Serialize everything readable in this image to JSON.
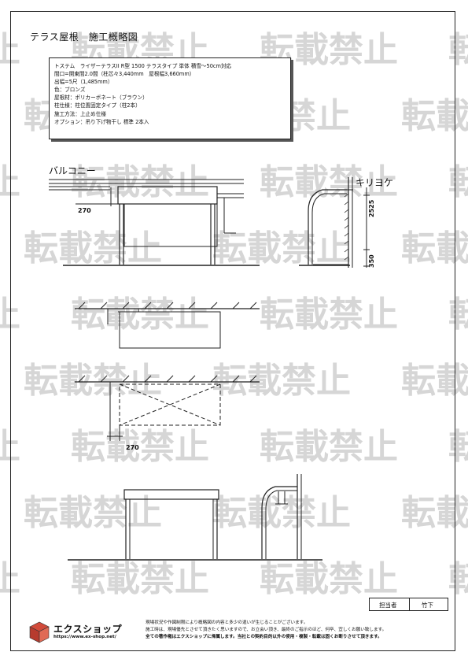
{
  "title": "テラス屋根　施工概略図",
  "spec_lines": [
    "トステム　ライザーテラスII R型 1500 テラスタイプ 単体 積雪～50cm対応",
    "間口=開東間2.0間（柱芯々3,440mm　屋根幅3,660mm）",
    "出幅=5尺（1,485mm）",
    "色：ブロンズ",
    "屋根材：ポリカーボネート（ブラウン）",
    "柱仕様：柱位置固定タイプ（柱2本）",
    "施工方法：上止め仕様",
    "オプション：吊り下げ物干し 標準 2本入"
  ],
  "labels": {
    "balcony": "バルコニー",
    "kiriyoke": "キリヨケ"
  },
  "dimensions": {
    "front_offset": "270",
    "plan_offset": "270",
    "height_main": "2525",
    "height_base": "350"
  },
  "watermark": "転載禁止",
  "staff": {
    "label": "担当者",
    "name": "竹下"
  },
  "footer": {
    "brand": "エクスショップ",
    "url": "https://www.ex-shop.net/",
    "note1": "現場状況や作図制限により概略図の内容と多少の違いが生じることがございます。",
    "note2": "施工時は、現場優先とさせて頂きたく思いますので、お立会い頂き、最終のご指示のほど、何卒、宜しくお願い致します。",
    "note3": "全ての著作権はエクスショップに帰属します。当社との契約目的以外の使用・複製・転載は固くお断りさせて頂きます。"
  }
}
